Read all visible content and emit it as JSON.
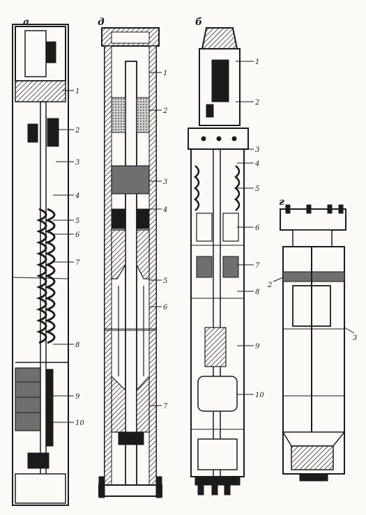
{
  "colors": {
    "ink": "#1b1b1b",
    "paper": "#fbfaf7",
    "shade": "#6f6f6f"
  },
  "panels": [
    {
      "id": "a",
      "label": "а",
      "callouts": [
        "1",
        "2",
        "3",
        "4",
        "5",
        "6",
        "7",
        "8",
        "9",
        "10"
      ]
    },
    {
      "id": "d",
      "label": "д",
      "callouts": [
        "1",
        "2",
        "3",
        "4",
        "5",
        "6",
        "7"
      ]
    },
    {
      "id": "b",
      "label": "б",
      "callouts": [
        "1",
        "2",
        "3",
        "4",
        "5",
        "6",
        "7",
        "8",
        "9",
        "10"
      ]
    },
    {
      "id": "g",
      "label": "г",
      "callouts": [
        "2",
        "3"
      ]
    }
  ]
}
